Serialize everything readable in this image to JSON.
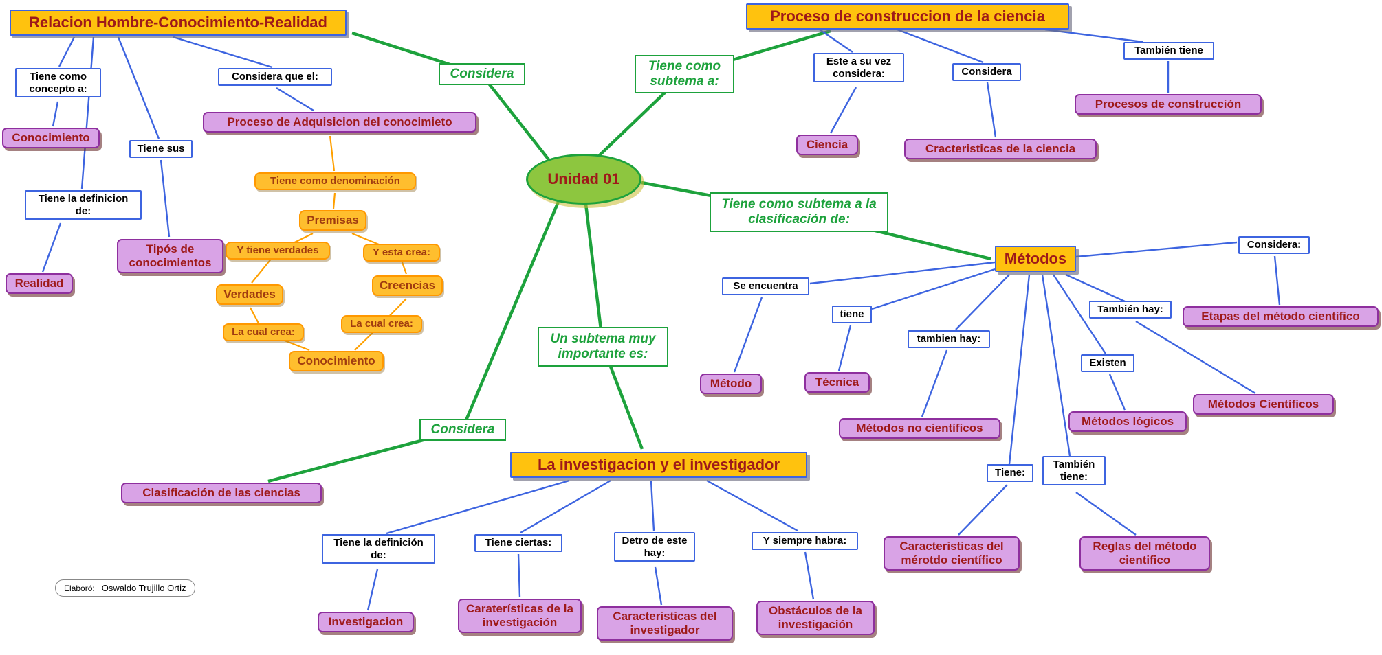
{
  "root": {
    "label": "Unidad 01"
  },
  "topics": {
    "relacion": "Relacion Hombre-Conocimiento-Realidad",
    "proceso": "Proceso de construccion de la ciencia",
    "metodos": "Métodos",
    "investigacion": "La investigacion y el investigador"
  },
  "green_links": {
    "considera_top": "Considera",
    "subtema": "Tiene como subtema a:",
    "subtema_clasificacion": "Tiene como subtema a la clasificación de:",
    "subtema_importante": "Un subtema muy importante es:",
    "considera_bottom": "Considera"
  },
  "relacion_branch": {
    "labels": {
      "concepto": "Tiene como concepto a:",
      "tiene_sus": "Tiene sus",
      "definicion": "Tiene la definicion de:",
      "considera_que_el": "Considera que el:"
    },
    "nodes": {
      "conocimiento": "Conocimiento",
      "tipos_conocimientos": "Tipós de conocimientos",
      "realidad": "Realidad",
      "proceso_adquisicion": "Proceso de Adquisicion del conocimieto"
    },
    "adquisicion": {
      "denominacion": "Tiene como denominación",
      "premisas": "Premisas",
      "y_tiene_verdades": "Y tiene verdades",
      "y_esta_crea": "Y esta crea:",
      "verdades": "Verdades",
      "creencias": "Creencias",
      "la_cual_crea_izq": "La cual crea:",
      "la_cual_crea_der": "La cual crea:",
      "conocimiento": "Conocimiento"
    }
  },
  "proceso_branch": {
    "labels": {
      "este_a_su_vez": "Este a su vez considera:",
      "considera": "Considera",
      "tambien_tiene": "También tiene"
    },
    "nodes": {
      "ciencia": "Ciencia",
      "caracteristicas_ciencia": "Cracteristicas de la ciencia",
      "procesos_construccion": "Procesos de construcción"
    }
  },
  "metodos_branch": {
    "labels": {
      "se_encuentra": "Se encuentra",
      "tiene": "tiene",
      "tambien_hay_1": "tambien hay:",
      "tambien_hay_2": "También hay:",
      "existen": "Existen",
      "considera": "Considera:",
      "tiene_2": "Tiene:",
      "tambien_tiene": "También tiene:"
    },
    "nodes": {
      "metodo": "Método",
      "tecnica": "Técnica",
      "metodos_no_cientificos": "Métodos no científicos",
      "metodos_cientificos": "Métodos Científicos",
      "metodos_logicos": "Métodos lógicos",
      "etapas": "Etapas del método cientifico",
      "caracteristicas_metodo": "Caracteristicas del mérotdo científico",
      "reglas": "Reglas del método cientifico"
    }
  },
  "investigacion_branch": {
    "labels": {
      "definicion": "Tiene la definición de:",
      "tiene_ciertas": "Tiene ciertas:",
      "dentro": "Detro de este hay:",
      "siempre_habra": "Y siempre habra:"
    },
    "nodes": {
      "investigacion": "Investigacion",
      "caracteristicas_investigacion": "Caraterísticas de la investigación",
      "caracteristicas_investigador": "Caracteristicas del investigador",
      "obstaculos": "Obstáculos de la investigación"
    }
  },
  "otros": {
    "clasificacion_ciencias": "Clasificación de las ciencias"
  },
  "footer": {
    "prefix": "Elaboró:",
    "author": "Oswaldo Trujillo Ortiz"
  },
  "colors": {
    "topic_bg": "#FFC20E",
    "node_text": "#9E1A1A",
    "purple_bg": "#D9A3E6",
    "purple_border": "#8E2F9E",
    "blue_line": "#3D64E0",
    "green_line": "#1DA23C",
    "orange_line": "#FFA000",
    "root_bg": "#8DC63F"
  }
}
